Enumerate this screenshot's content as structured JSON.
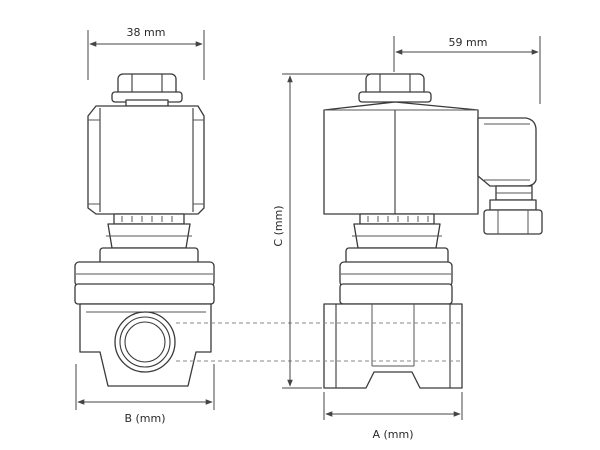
{
  "dimensions": {
    "top_left": "38 mm",
    "top_right": "59 mm",
    "height": "C (mm)",
    "bottom_left": "B (mm)",
    "bottom_right": "A (mm)"
  },
  "colors": {
    "line": "#3a3a3a",
    "dashed_line": "#8a8a8a",
    "background": "#ffffff"
  }
}
